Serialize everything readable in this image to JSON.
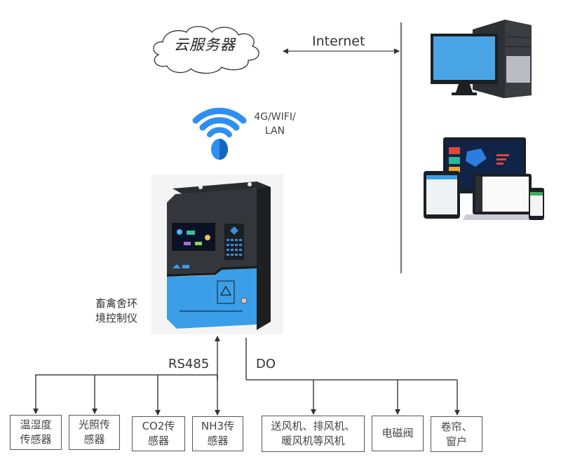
{
  "diagram": {
    "title": "畜禽舍环境控制系统拓扑",
    "cloud": {
      "label": "云服务器",
      "icon": "cloud-icon"
    },
    "internet": {
      "label": "Internet"
    },
    "network": {
      "label_line1": "4G/WIFI/",
      "label_line2": "LAN",
      "icon": "wifi-icon"
    },
    "controller": {
      "label_line1": "畜禽舍环",
      "label_line2": "境控制仪",
      "image": "controller-device-image"
    },
    "clients": [
      {
        "name": "desktop-pc",
        "icon": "desktop-computer-icon"
      },
      {
        "name": "multi-device",
        "icon": "multi-device-dashboard-icon"
      }
    ],
    "buses": {
      "rs485": {
        "label": "RS485"
      },
      "do": {
        "label": "DO"
      }
    },
    "sensors": [
      {
        "label": "温湿度\n传感器"
      },
      {
        "label": "光照传\n感器"
      },
      {
        "label": "CO2传\n感器"
      },
      {
        "label": "NH3传\n感器"
      }
    ],
    "actuators": [
      {
        "label": "送风机、排风机、\n暖风机等风机"
      },
      {
        "label": "电磁阀"
      },
      {
        "label": "卷帘、\n窗户"
      }
    ],
    "colors": {
      "line": "#555555",
      "wifi_blue": "#2f8ff0",
      "wifi_dark": "#1565c0",
      "device_blue": "#3a9ee8",
      "device_dark": "#2f3336"
    }
  }
}
